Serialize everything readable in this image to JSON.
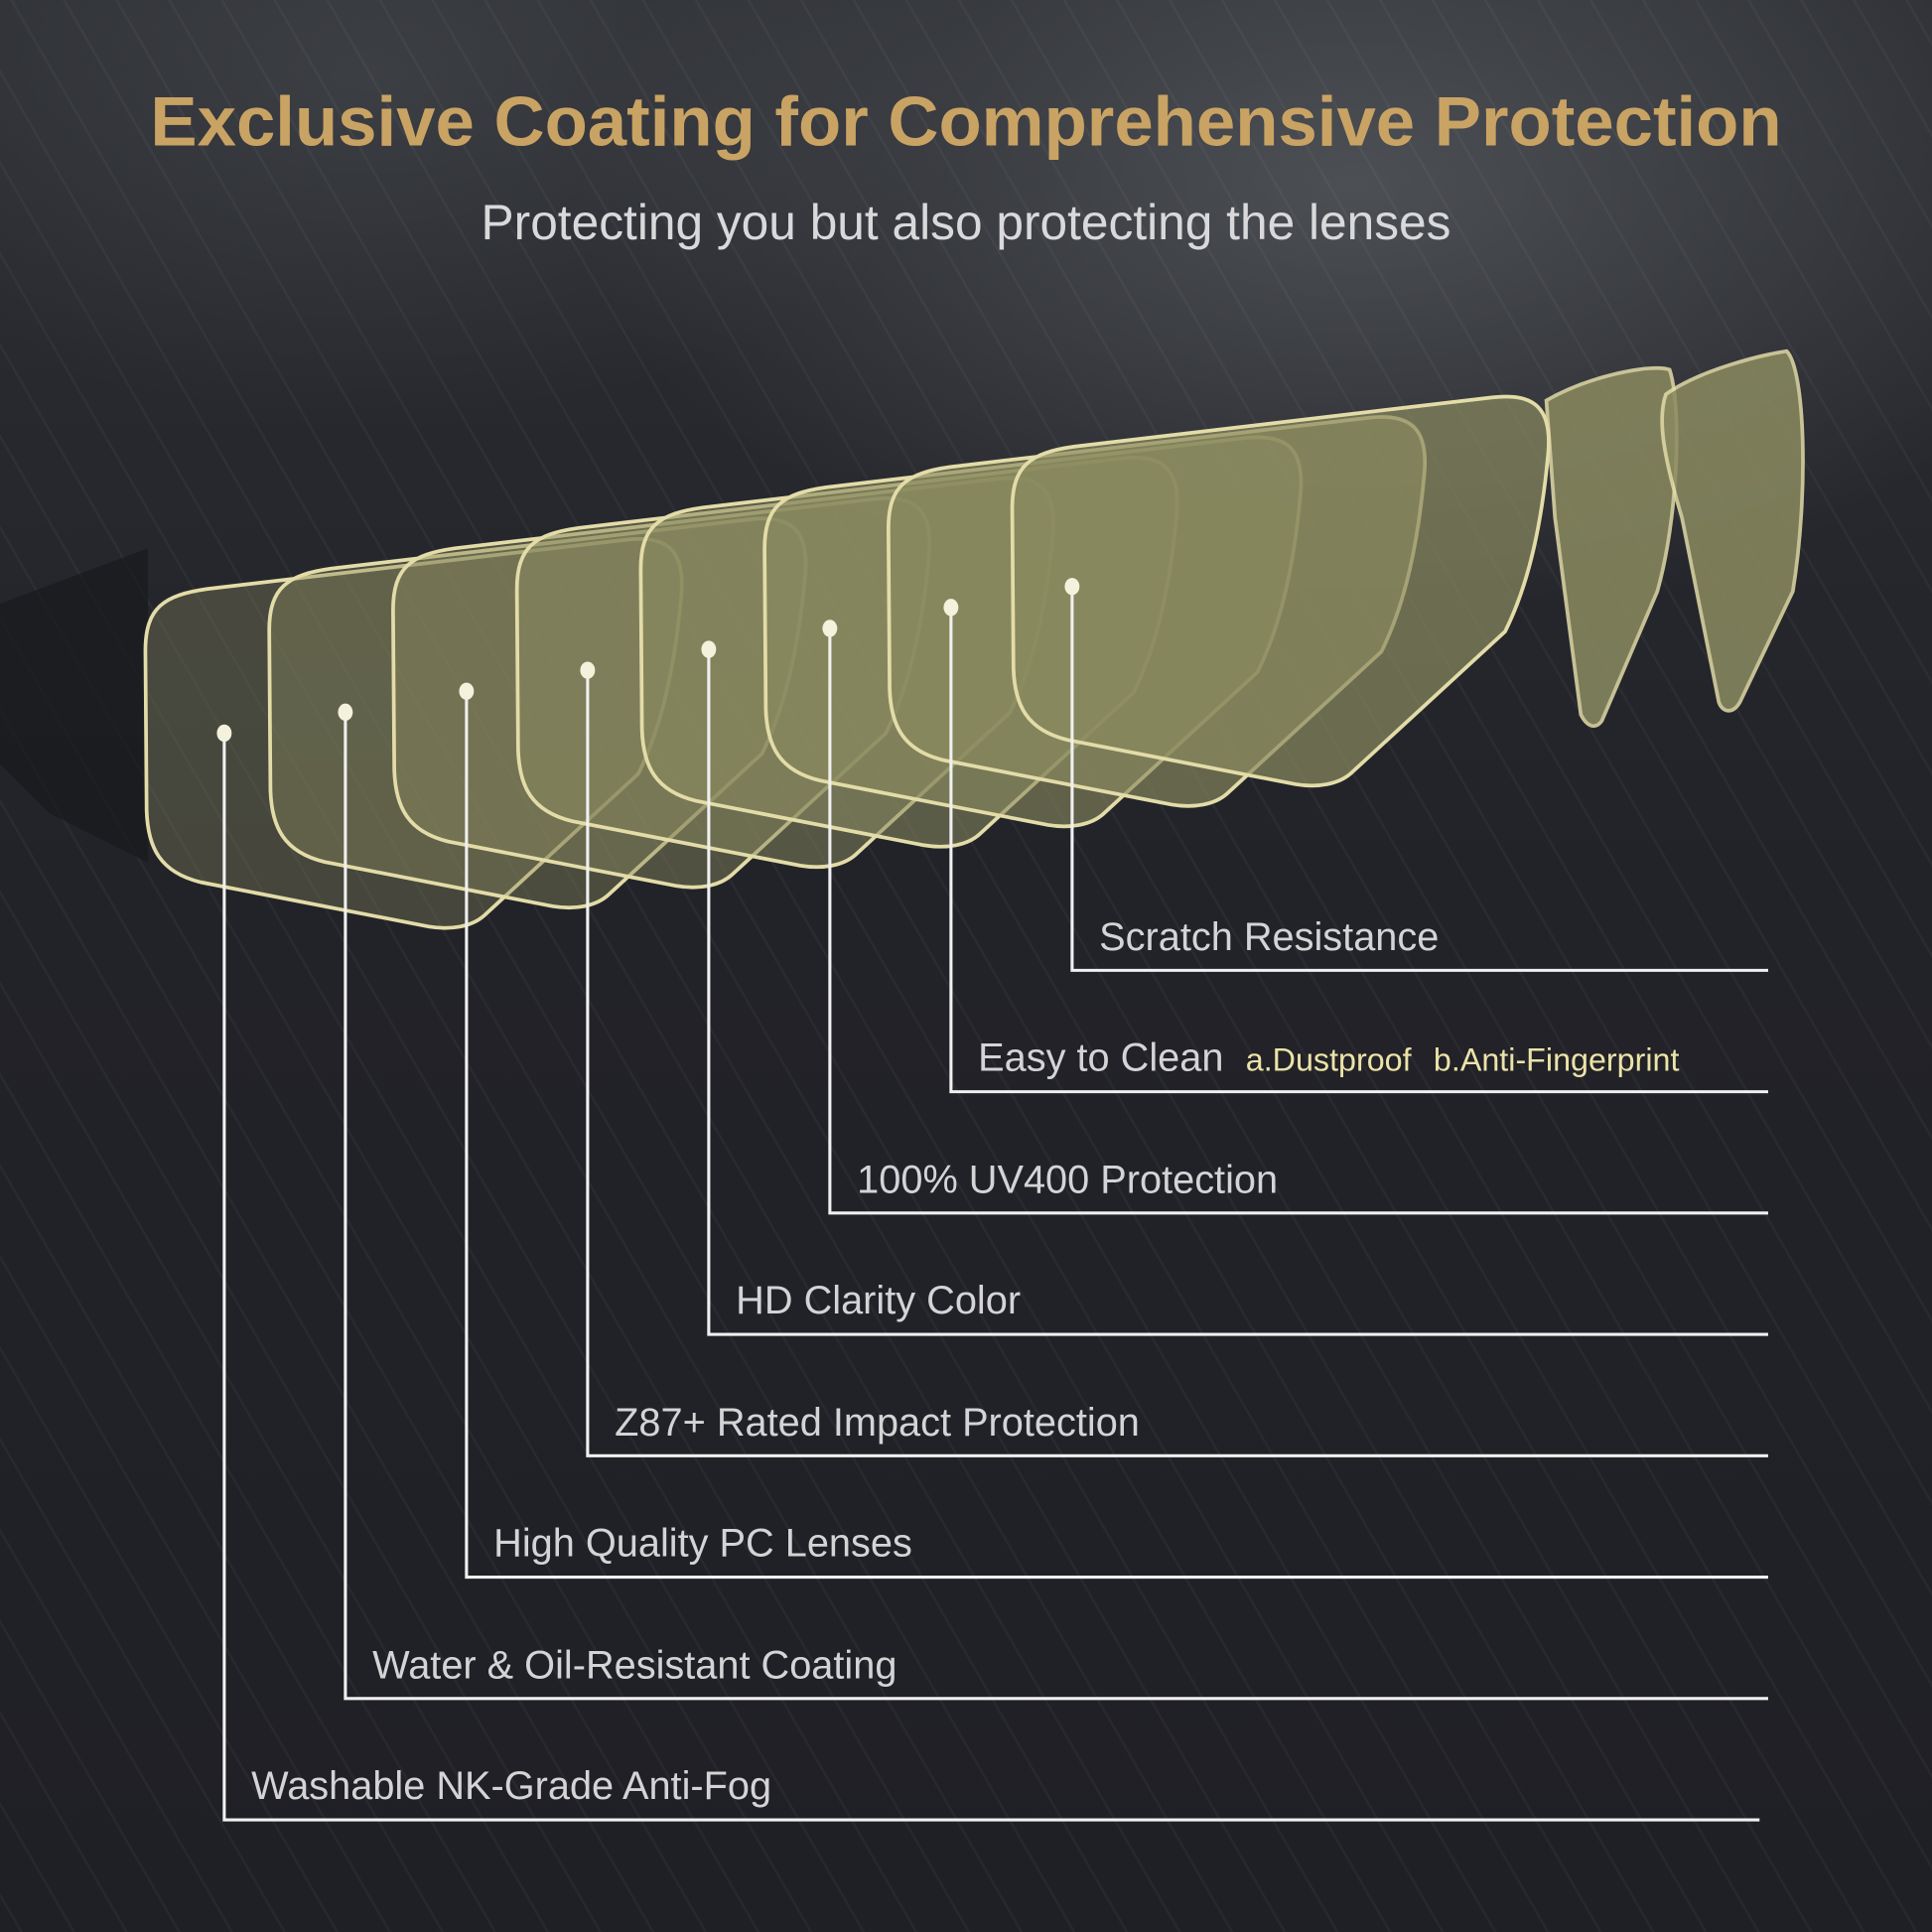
{
  "title": "Exclusive Coating for Comprehensive Protection",
  "subtitle": "Protecting you but also protecting the lenses",
  "colors": {
    "title": "#c9a364",
    "lens_outline": "#e3dca8",
    "lens_fill": "#8a8a60",
    "line": "#f0f0f0",
    "subnote": "#ece3a8"
  },
  "layers": [
    {
      "label": "Washable NK-Grade Anti-Fog"
    },
    {
      "label": "Water & Oil-Resistant Coating"
    },
    {
      "label": "High Quality PC Lenses"
    },
    {
      "label": "Z87+ Rated Impact Protection"
    },
    {
      "label": "HD Clarity Color"
    },
    {
      "label": "100% UV400 Protection"
    },
    {
      "label": "Easy to Clean",
      "notes": [
        "a.Dustproof",
        "b.Anti-Fingerprint"
      ]
    },
    {
      "label": "Scratch Resistance"
    }
  ]
}
